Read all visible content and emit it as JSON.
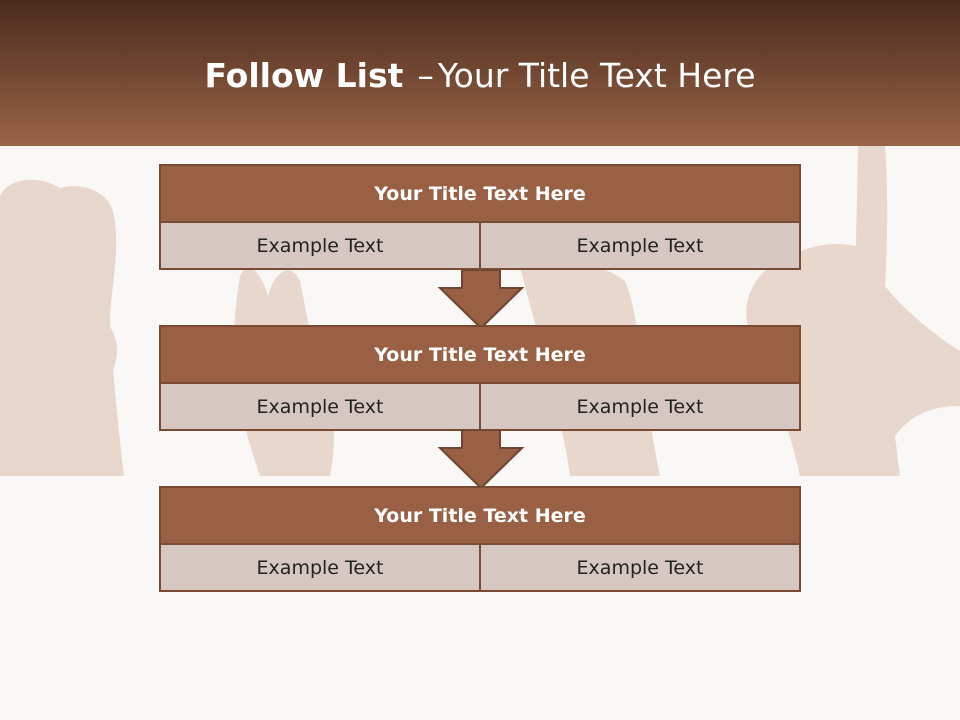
{
  "slide": {
    "title_bold": "Follow List",
    "title_separator": "–",
    "title_rest": "Your Title Text Here"
  },
  "blocks": [
    {
      "title": "Your Title Text Here",
      "left": "Example Text",
      "right": "Example Text"
    },
    {
      "title": "Your Title Text Here",
      "left": "Example Text",
      "right": "Example Text"
    },
    {
      "title": "Your Title Text Here",
      "left": "Example Text",
      "right": "Example Text"
    }
  ],
  "colors": {
    "header_dark": "#4a2c1e",
    "header_light": "#9a6447",
    "block_title": "#9a6044",
    "block_border": "#7a4a33",
    "cell": "#d7c7c2",
    "background": "#faf8f6"
  },
  "decor": {
    "background_image": "hands-counting-fingers"
  }
}
